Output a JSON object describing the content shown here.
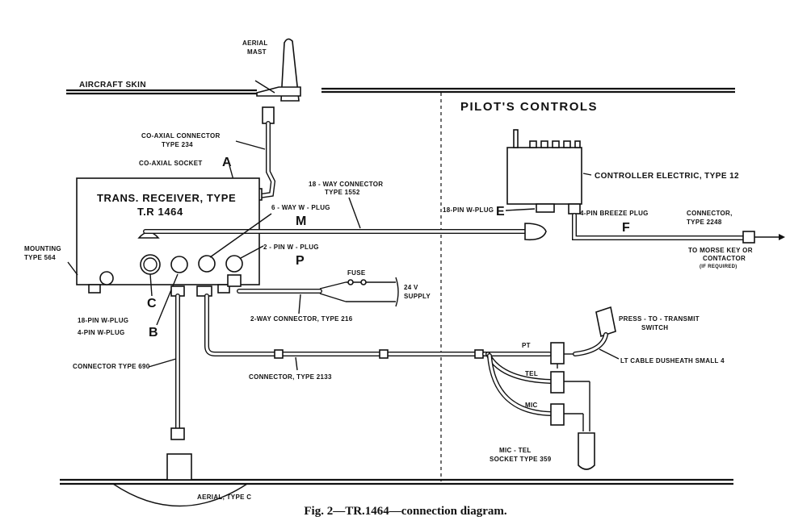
{
  "caption": "Fig. 2—TR.1464—connection diagram.",
  "labels": {
    "aerial_mast": [
      "AERIAL",
      "MAST"
    ],
    "aircraft_skin": "AIRCRAFT SKIN",
    "pilots_controls": "PILOT'S CONTROLS",
    "coaxial_connector": [
      "CO-AXIAL CONNECTOR",
      "TYPE 234"
    ],
    "coaxial_socket": "CO-AXIAL SOCKET",
    "letter_a": "A",
    "trans_receiver": [
      "TRANS. RECEIVER, TYPE",
      "T.R 1464"
    ],
    "connector_1552": [
      "18 - WAY CONNECTOR",
      "TYPE 1552"
    ],
    "controller_electric": "CONTROLLER ELECTRIC, TYPE 12",
    "pin18_plug_e": "18-PIN W-PLUG",
    "letter_e": "E",
    "breeze_plug": "4-PIN BREEZE PLUG",
    "letter_f": "F",
    "connector_2248": [
      "CONNECTOR,",
      "TYPE 2248"
    ],
    "morse_key": [
      "TO MORSE KEY OR",
      "CONTACTOR"
    ],
    "if_required": "(IF REQUIRED)",
    "six_way_plug": "6 - WAY W - PLUG",
    "letter_m": "M",
    "two_pin_plug": "2 - PIN W - PLUG",
    "letter_p": "P",
    "mounting": [
      "MOUNTING",
      "TYPE 564"
    ],
    "fuse": "FUSE",
    "supply": [
      "24 V",
      "SUPPLY"
    ],
    "two_way_connector": "2-WAY CONNECTOR, TYPE 216",
    "letter_c": "C",
    "letter_b": "B",
    "pin18_plug_c": "18-PIN W-PLUG",
    "pin4_plug_b": "4-PIN W-PLUG",
    "press_to_transmit": [
      "PRESS - TO - TRANSMIT",
      "SWITCH"
    ],
    "pt": "PT",
    "tel": "TEL",
    "mic": "MIC",
    "lt_cable": "LT CABLE DUSHEATH SMALL 4",
    "connector_690": "CONNECTOR TYPE 690",
    "connector_2133": "CONNECTOR, TYPE 2133",
    "mic_tel_socket": [
      "MIC - TEL",
      "SOCKET TYPE 359"
    ],
    "aerial_type": "AERIAL, TYPE C"
  }
}
